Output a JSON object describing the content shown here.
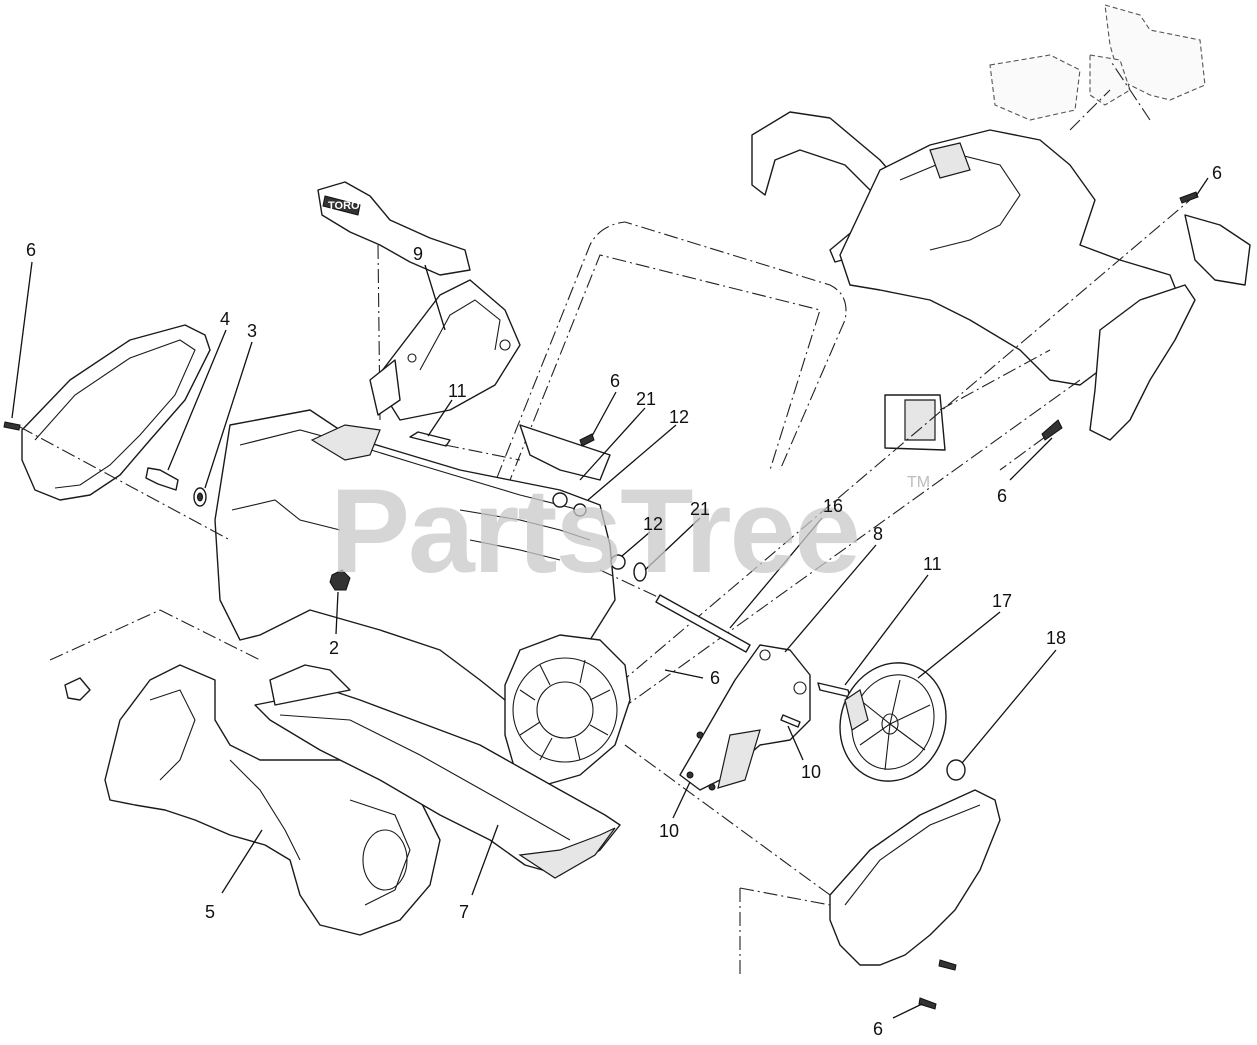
{
  "watermark": {
    "brand": "PartsTree",
    "trademark": "TM"
  },
  "decal_logo": "TORO",
  "callouts": [
    {
      "id": "c1",
      "label": "6"
    },
    {
      "id": "c2",
      "label": "4"
    },
    {
      "id": "c3",
      "label": "3"
    },
    {
      "id": "c4",
      "label": "9"
    },
    {
      "id": "c5",
      "label": "11"
    },
    {
      "id": "c6",
      "label": "6"
    },
    {
      "id": "c7",
      "label": "21"
    },
    {
      "id": "c8",
      "label": "12"
    },
    {
      "id": "c9",
      "label": "12"
    },
    {
      "id": "c10",
      "label": "21"
    },
    {
      "id": "c11",
      "label": "16"
    },
    {
      "id": "c12",
      "label": "8"
    },
    {
      "id": "c13",
      "label": "11"
    },
    {
      "id": "c14",
      "label": "17"
    },
    {
      "id": "c15",
      "label": "18"
    },
    {
      "id": "c16",
      "label": "6"
    },
    {
      "id": "c17",
      "label": "6"
    },
    {
      "id": "c18",
      "label": "2"
    },
    {
      "id": "c19",
      "label": "6"
    },
    {
      "id": "c20",
      "label": "10"
    },
    {
      "id": "c21",
      "label": "10"
    },
    {
      "id": "c22",
      "label": "5"
    },
    {
      "id": "c23",
      "label": "7"
    },
    {
      "id": "c24",
      "label": "6"
    }
  ]
}
